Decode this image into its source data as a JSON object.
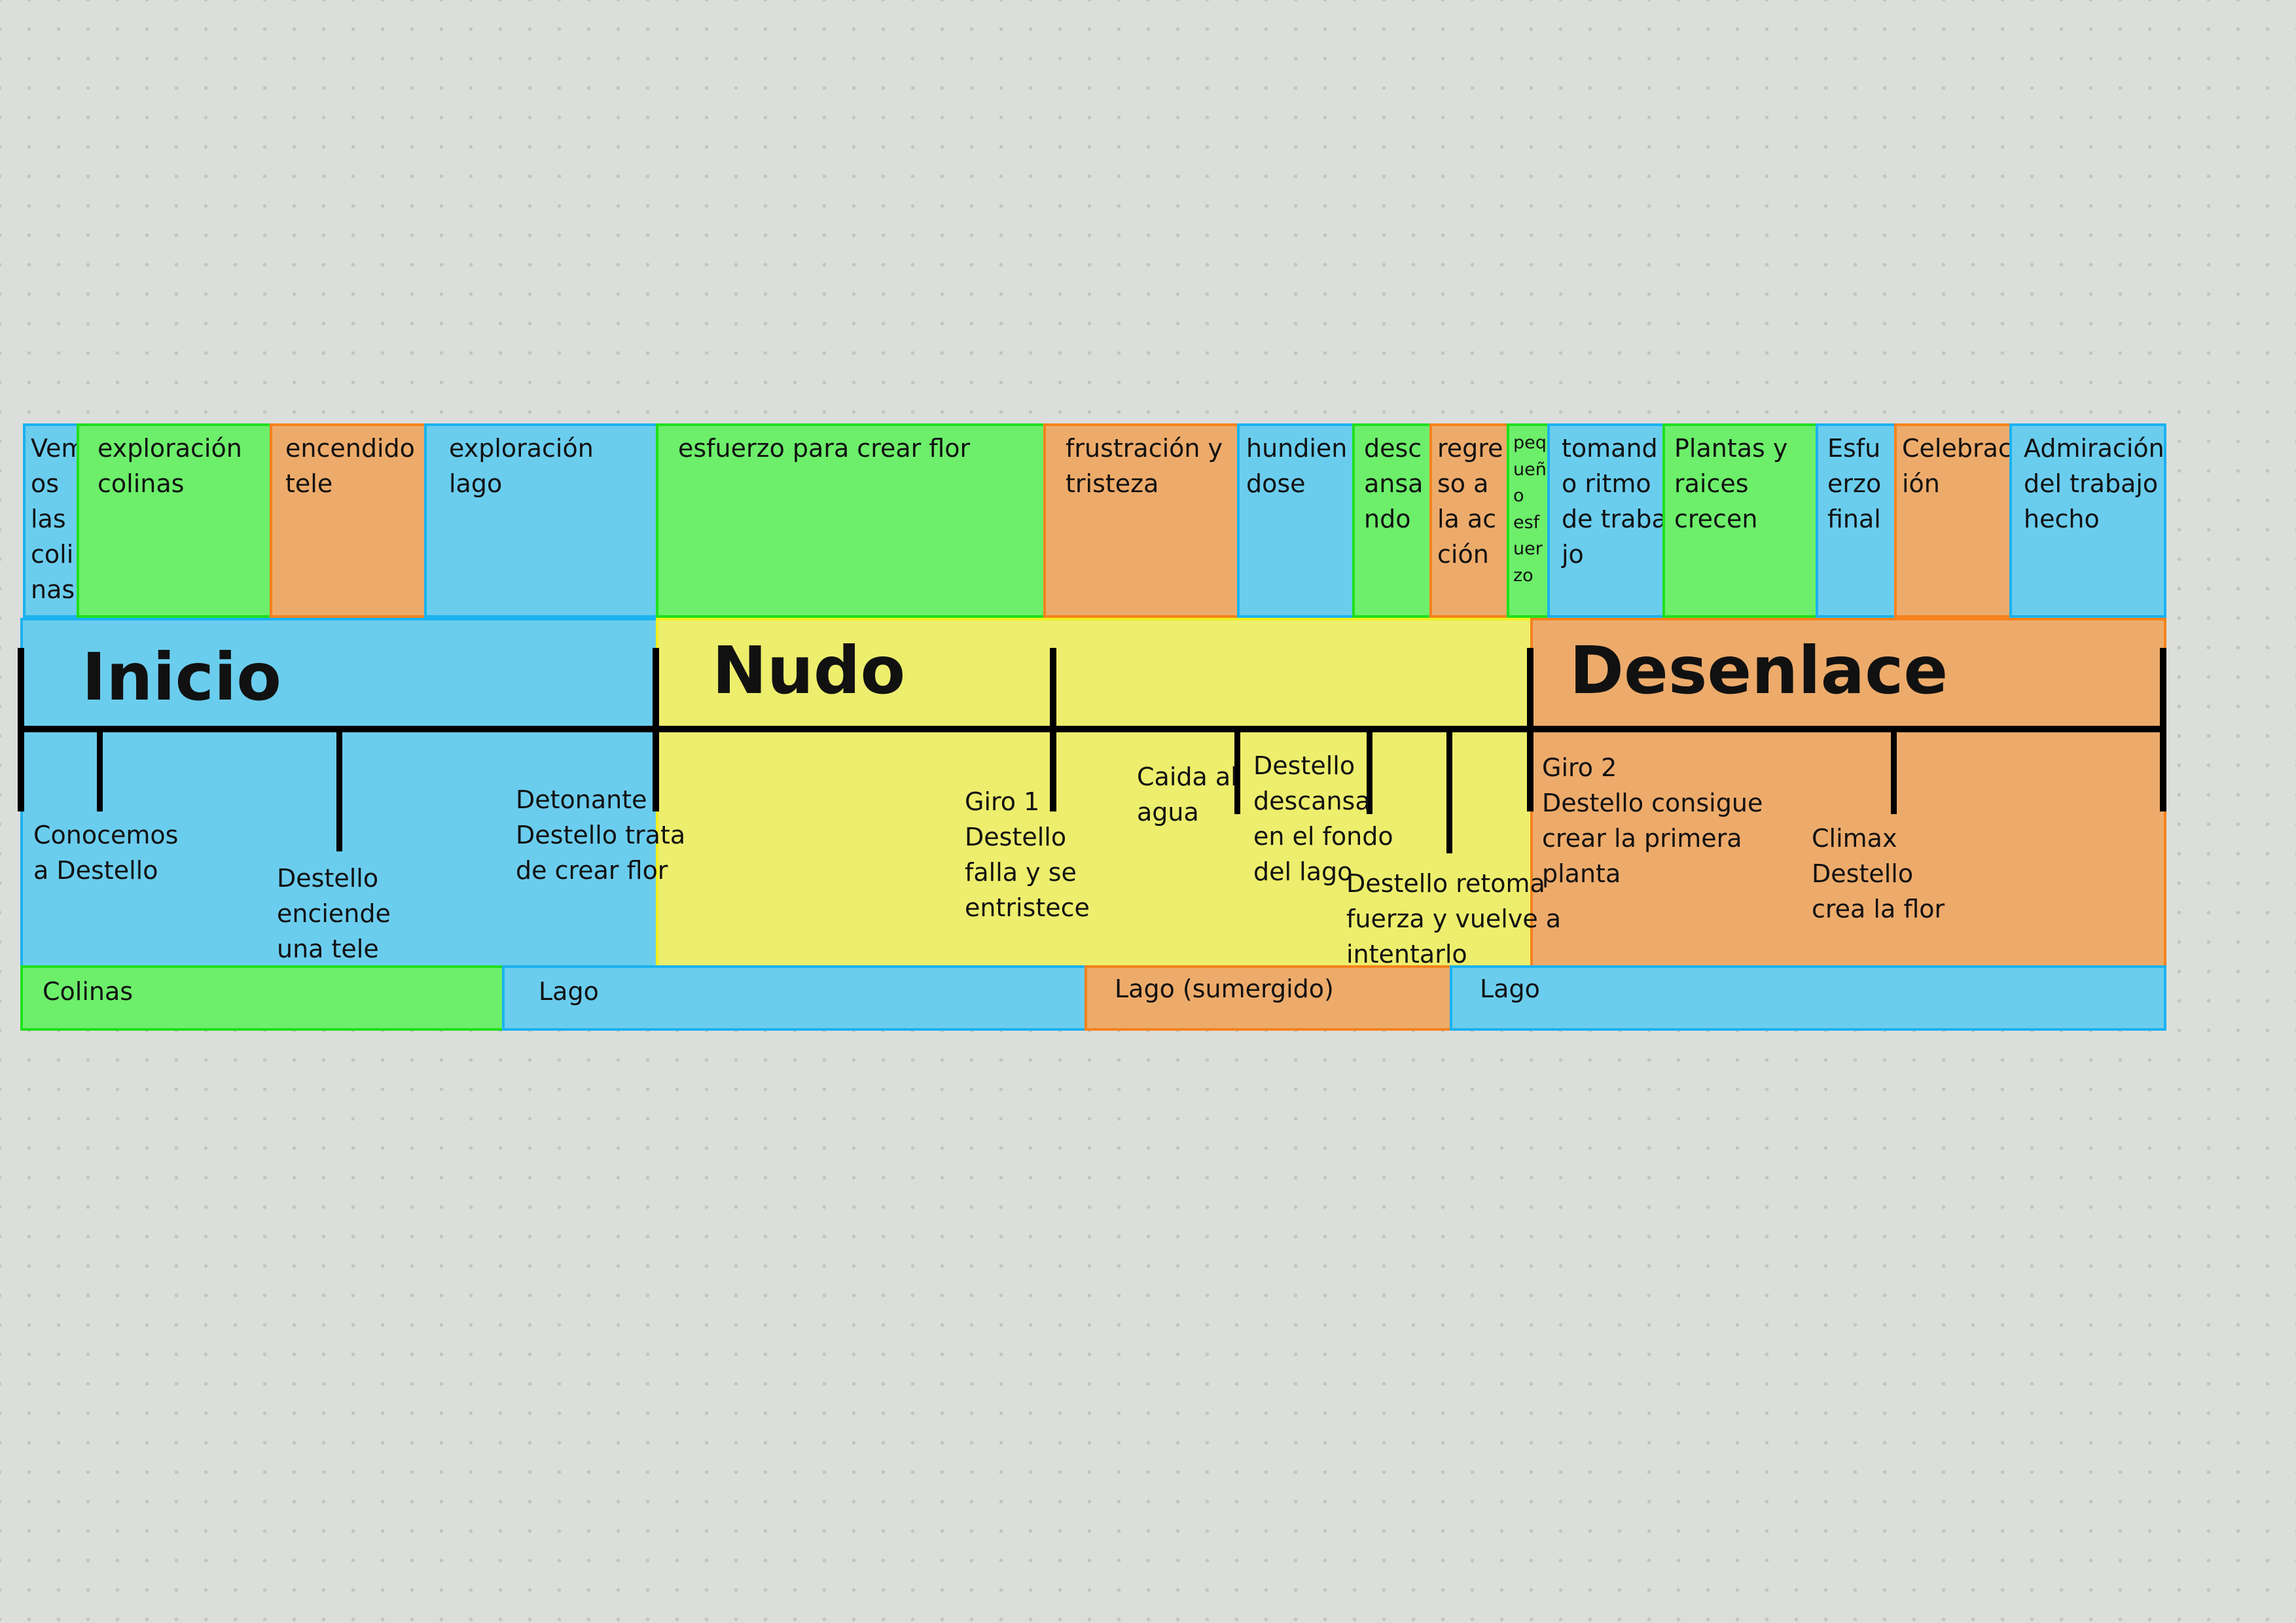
{
  "scenes": [
    {
      "label": "Vem\nos\nlas\ncoli\nnas",
      "color": "blue"
    },
    {
      "label": "exploración\ncolinas",
      "color": "green"
    },
    {
      "label": "encendido\ntele",
      "color": "orange"
    },
    {
      "label": "exploración\nlago",
      "color": "blue"
    },
    {
      "label": "esfuerzo para crear flor",
      "color": "green"
    },
    {
      "label": "frustración y\ntristeza",
      "color": "orange"
    },
    {
      "label": "hundien\ndose",
      "color": "blue"
    },
    {
      "label": "desc\nansa\nndo",
      "color": "green"
    },
    {
      "label": "regre\nso a\nla ac\nción",
      "color": "orange"
    },
    {
      "label": "peq\nueñ\no\nesf\nuer\nzo",
      "color": "green"
    },
    {
      "label": "tomand\no ritmo\nde traba\njo",
      "color": "blue"
    },
    {
      "label": "Plantas y\nraices\ncrecen",
      "color": "green"
    },
    {
      "label": "Esfu\nerzo\nfinal",
      "color": "blue"
    },
    {
      "label": "Celebrac\nión",
      "color": "orange"
    },
    {
      "label": "Admiración\ndel trabajo\nhecho",
      "color": "blue"
    }
  ],
  "acts": [
    {
      "title": "Inicio",
      "color": "blue"
    },
    {
      "title": "Nudo",
      "color": "yellow"
    },
    {
      "title": "Desenlace",
      "color": "orange"
    }
  ],
  "events": [
    {
      "label": "Conocemos\na Destello"
    },
    {
      "label": "Destello\nenciende\nuna tele"
    },
    {
      "label": "Detonante\nDestello trata\nde crear flor"
    },
    {
      "label": "Giro 1\nDestello\nfalla y se\nentristece"
    },
    {
      "label": "Caida al\nagua"
    },
    {
      "label": "Destello\ndescansa\nen el fondo\ndel lago"
    },
    {
      "label": "Destello retoma\nfuerza y vuelve a\nintentarlo"
    },
    {
      "label": "Giro 2\nDestello consigue\ncrear la primera\nplanta"
    },
    {
      "label": "Climax\nDestello\ncrea la flor"
    }
  ],
  "settings": [
    {
      "label": "Colinas",
      "color": "green"
    },
    {
      "label": "Lago",
      "color": "blue"
    },
    {
      "label": "Lago (sumergido)",
      "color": "orange"
    },
    {
      "label": "Lago",
      "color": "blue"
    }
  ],
  "colors": {
    "blue_fill": "#6bcdee",
    "blue_border": "#1ab2ef",
    "green_fill": "#6def6b",
    "green_border": "#1fe01d",
    "orange_fill": "#edab6b",
    "orange_border": "#f5821c",
    "yellow_fill": "#edee6d",
    "yellow_border": "#f0f020",
    "timeline": "#000000",
    "background": "#dcdedb"
  }
}
